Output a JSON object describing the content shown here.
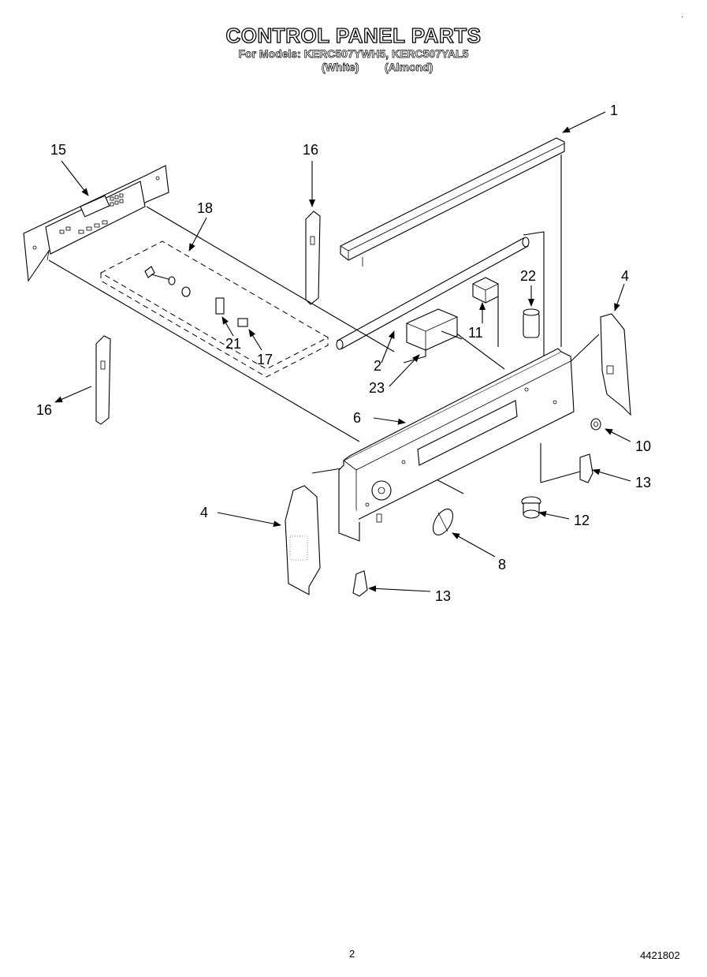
{
  "header": {
    "title": "CONTROL PANEL PARTS",
    "models_line": "For Models: KERC507YWH5, KERC507YAL5",
    "variant_white": "(White)",
    "variant_almond": "(Almond)"
  },
  "callouts": {
    "c1": "1",
    "c2": "2",
    "c4a": "4",
    "c4b": "4",
    "c6": "6",
    "c8": "8",
    "c10": "10",
    "c11": "11",
    "c12": "12",
    "c13a": "13",
    "c13b": "13",
    "c15": "15",
    "c16a": "16",
    "c16b": "16",
    "c17": "17",
    "c18": "18",
    "c21": "21",
    "c22": "22",
    "c23": "23"
  },
  "footer": {
    "page_number": "2",
    "doc_number": "4421802"
  }
}
